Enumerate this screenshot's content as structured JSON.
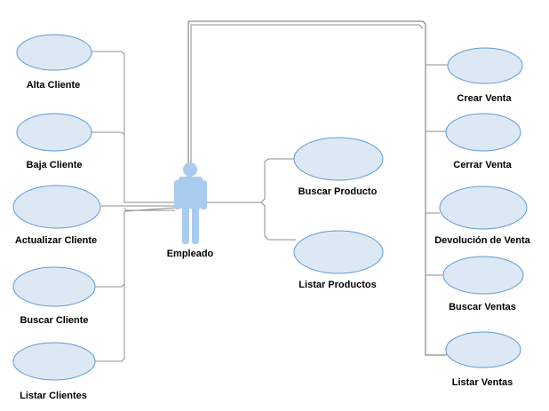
{
  "colors": {
    "ellipse_fill": "#dde8f5",
    "ellipse_stroke": "#5b9bd5",
    "actor_fill": "#a9cbef",
    "connector": "#8c8c8c"
  },
  "actor": {
    "label": "Empleado",
    "icon": "stick-figure-user-icon"
  },
  "use_cases": {
    "alta_cliente": "Alta Cliente",
    "baja_cliente": "Baja Cliente",
    "actualizar_cliente": "Actualizar Cliente",
    "buscar_cliente": "Buscar Cliente",
    "listar_clientes": "Listar Clientes",
    "buscar_producto": "Buscar Producto",
    "listar_productos": "Listar Productos",
    "crear_venta": "Crear Venta",
    "cerrar_venta": "Cerrar Venta",
    "devolucion_venta": "Devolución de Venta",
    "buscar_ventas": "Buscar Ventas",
    "listar_ventas": "Listar Ventas"
  }
}
